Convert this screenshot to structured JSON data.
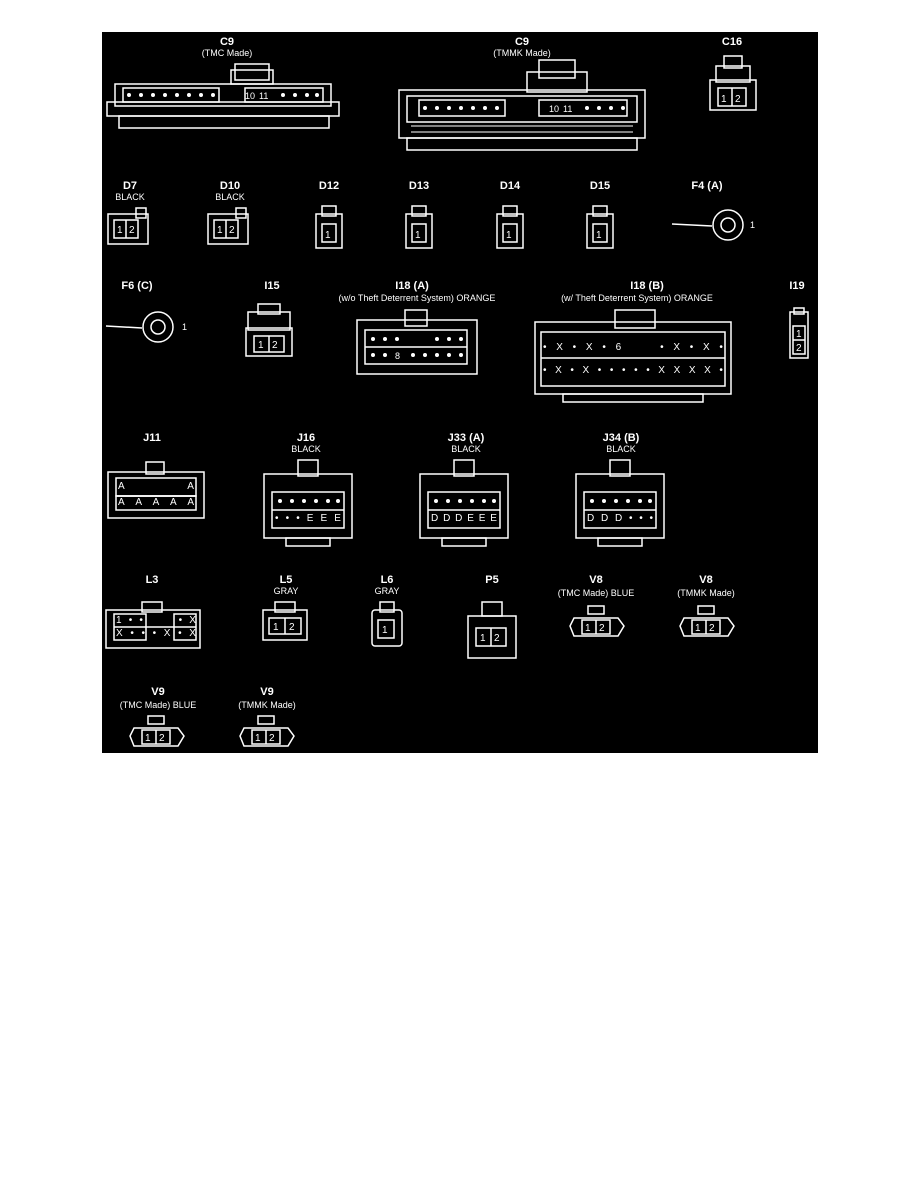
{
  "colors": {
    "background": "#000000",
    "stroke": "#ffffff",
    "page": "#ffffff"
  },
  "connectors": [
    {
      "id": "C9",
      "note": "(TMC Made)"
    },
    {
      "id": "C9",
      "note": "(TMMK Made)"
    },
    {
      "id": "C16"
    },
    {
      "id": "D7",
      "color": "BLACK"
    },
    {
      "id": "D10",
      "color": "BLACK"
    },
    {
      "id": "D12"
    },
    {
      "id": "D13"
    },
    {
      "id": "D14"
    },
    {
      "id": "D15"
    },
    {
      "id": "F4 (A)",
      "pin": "1"
    },
    {
      "id": "F6 (C)",
      "pin": "1"
    },
    {
      "id": "I15"
    },
    {
      "id": "I18 (A)",
      "note": "(w/o Theft Deterrent System)  ORANGE"
    },
    {
      "id": "I18 (B)",
      "note": "(w/ Theft Deterrent System)  ORANGE"
    },
    {
      "id": "I19"
    },
    {
      "id": "J11"
    },
    {
      "id": "J16",
      "color": "BLACK"
    },
    {
      "id": "J33 (A)",
      "color": "BLACK"
    },
    {
      "id": "J34 (B)",
      "color": "BLACK"
    },
    {
      "id": "L3"
    },
    {
      "id": "L5",
      "color": "GRAY"
    },
    {
      "id": "L6",
      "color": "GRAY"
    },
    {
      "id": "P5"
    },
    {
      "id": "V8",
      "note": "(TMC Made)  BLUE"
    },
    {
      "id": "V8",
      "note": "(TMMK Made)"
    },
    {
      "id": "V9",
      "note": "(TMC Made)  BLUE"
    },
    {
      "id": "V9",
      "note": "(TMMK Made)"
    }
  ],
  "pin_text": {
    "c9_tmc": [
      "10",
      "11"
    ],
    "c9_tmmk": [
      "10",
      "11"
    ],
    "two": [
      "1",
      "2"
    ],
    "one": "1",
    "i18a": "8",
    "i18b": "6",
    "i18b_top": [
      "•",
      "X",
      "•",
      "X",
      "•",
      "6",
      "",
      "",
      "",
      "•",
      "X",
      "•",
      "X",
      "•"
    ],
    "i18b_bottom": [
      "•",
      "X",
      "•",
      "X",
      "•",
      "•",
      "•",
      "•",
      "•",
      "X",
      "X",
      "X",
      "X",
      "•"
    ],
    "j11_top": [
      "A",
      "",
      "",
      "A"
    ],
    "j11_bottom": [
      "A",
      "A",
      "A",
      "A",
      "A"
    ],
    "j16_bottom": [
      "•",
      "•",
      "•",
      "E",
      "E",
      "E"
    ],
    "j33_bottom": [
      "D",
      "D",
      "D",
      "E",
      "E",
      "E"
    ],
    "j34_bottom": [
      "D",
      "D",
      "D",
      "•",
      "•",
      "•"
    ],
    "l3_top": [
      "1",
      "•",
      "•",
      "",
      "",
      "",
      "",
      "•",
      "X"
    ],
    "l3_bottom": [
      "X",
      "•",
      "•",
      "•",
      "X",
      "•",
      "X"
    ]
  }
}
